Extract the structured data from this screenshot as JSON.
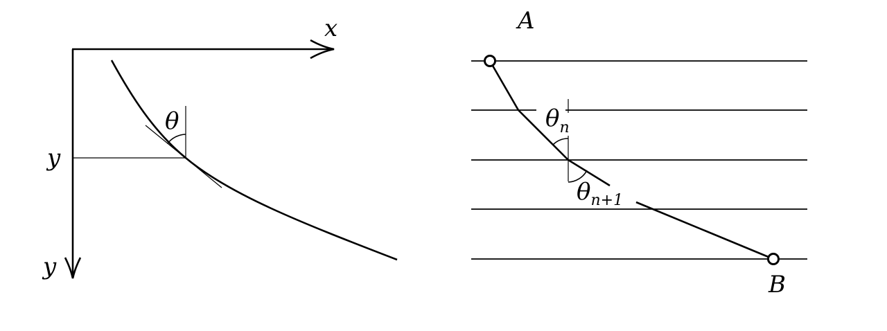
{
  "left_figure": {
    "x_axis_label": "x",
    "y_axis_label": "y",
    "y_marker_label": "y",
    "angle_label": "θ"
  },
  "right_figure": {
    "start_point_label": "A",
    "end_point_label": "B",
    "angle_n": {
      "base": "θ",
      "sub": "n"
    },
    "angle_n1": {
      "base": "θ",
      "sub": "n+1"
    }
  },
  "colors": {
    "ink": "#000000",
    "background": "#ffffff"
  }
}
